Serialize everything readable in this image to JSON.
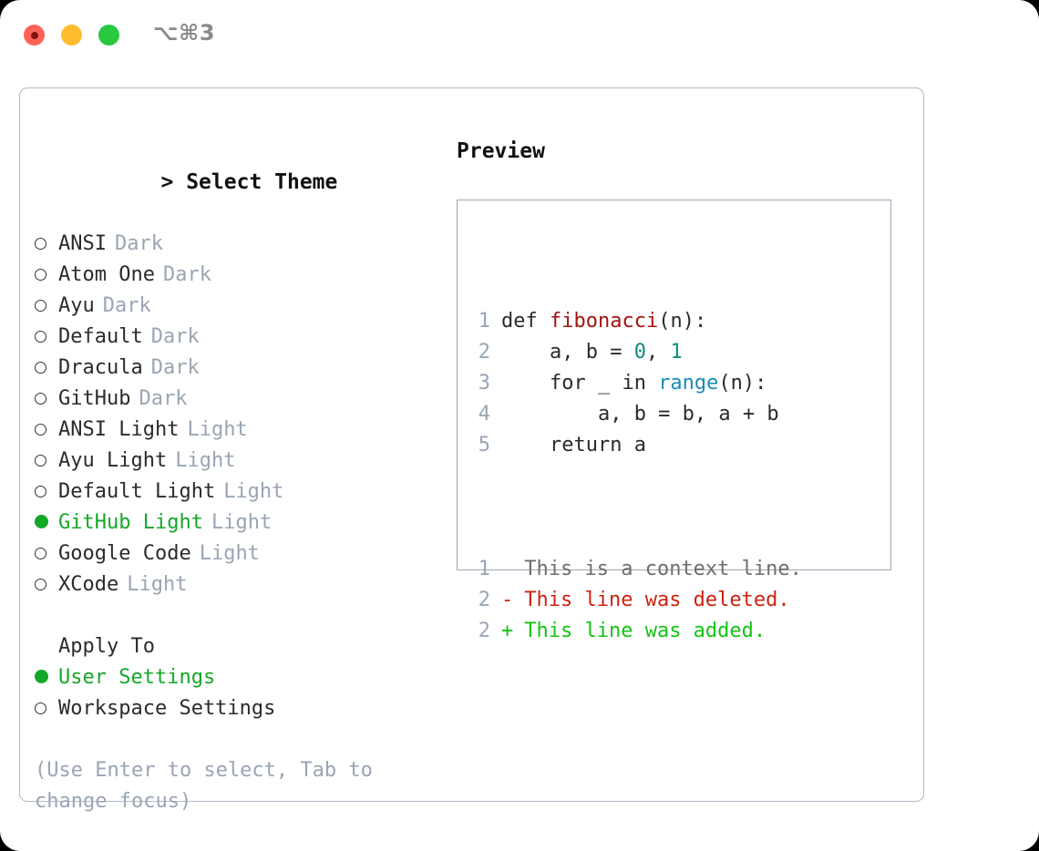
{
  "titlebar": {
    "shortcut": "⌥⌘3",
    "buttons": [
      {
        "name": "close",
        "color": "#ff6259"
      },
      {
        "name": "minimize",
        "color": "#ffbd2e"
      },
      {
        "name": "zoom",
        "color": "#28c840"
      }
    ]
  },
  "colors": {
    "selected_green": "#14a828",
    "muted": "#9aa5b4",
    "text": "#2b2b2b",
    "border": "#b0bac6",
    "preview_border": "#9aa7b5",
    "diff_add": "#14c414",
    "diff_del": "#cc2211",
    "code_fn": "#a3140f",
    "code_num": "#0f8a80",
    "code_builtin": "#1a8cba"
  },
  "left": {
    "caret": ">",
    "header": "Select Theme",
    "marker_selected": "●",
    "marker_unselected": "○",
    "themes": [
      {
        "name": "ANSI",
        "kind": "Dark",
        "selected": false
      },
      {
        "name": "Atom One",
        "kind": "Dark",
        "selected": false
      },
      {
        "name": "Ayu",
        "kind": "Dark",
        "selected": false
      },
      {
        "name": "Default",
        "kind": "Dark",
        "selected": false
      },
      {
        "name": "Dracula",
        "kind": "Dark",
        "selected": false
      },
      {
        "name": "GitHub",
        "kind": "Dark",
        "selected": false
      },
      {
        "name": "ANSI Light",
        "kind": "Light",
        "selected": false
      },
      {
        "name": "Ayu Light",
        "kind": "Light",
        "selected": false
      },
      {
        "name": "Default Light",
        "kind": "Light",
        "selected": false
      },
      {
        "name": "GitHub Light",
        "kind": "Light",
        "selected": true
      },
      {
        "name": "Google Code",
        "kind": "Light",
        "selected": false
      },
      {
        "name": "XCode",
        "kind": "Light",
        "selected": false
      }
    ],
    "apply_to_label": "Apply To",
    "apply_to": [
      {
        "label": "User Settings",
        "selected": true
      },
      {
        "label": "Workspace Settings",
        "selected": false
      }
    ],
    "hint": "(Use Enter to select, Tab to change focus)"
  },
  "right": {
    "title": "Preview",
    "code_lines": [
      {
        "no": "1",
        "tokens": [
          {
            "t": "def ",
            "c": "kw"
          },
          {
            "t": "fibonacci",
            "c": "fn"
          },
          {
            "t": "(n):",
            "c": "plain"
          }
        ]
      },
      {
        "no": "2",
        "tokens": [
          {
            "t": "    a, b = ",
            "c": "plain"
          },
          {
            "t": "0",
            "c": "num"
          },
          {
            "t": ", ",
            "c": "plain"
          },
          {
            "t": "1",
            "c": "num"
          }
        ]
      },
      {
        "no": "3",
        "tokens": [
          {
            "t": "    for _ in ",
            "c": "plain"
          },
          {
            "t": "range",
            "c": "builtin"
          },
          {
            "t": "(n):",
            "c": "plain"
          }
        ]
      },
      {
        "no": "4",
        "tokens": [
          {
            "t": "        a, b = b, a + b",
            "c": "plain"
          }
        ]
      },
      {
        "no": "5",
        "tokens": [
          {
            "t": "    return a",
            "c": "plain"
          }
        ]
      }
    ],
    "diff_lines": [
      {
        "no": "1",
        "sign": " ",
        "text": "This is a context line.",
        "kind": "ctx"
      },
      {
        "no": "2",
        "sign": "-",
        "text": "This line was deleted.",
        "kind": "del"
      },
      {
        "no": "2",
        "sign": "+",
        "text": "This line was added.",
        "kind": "add"
      }
    ]
  }
}
